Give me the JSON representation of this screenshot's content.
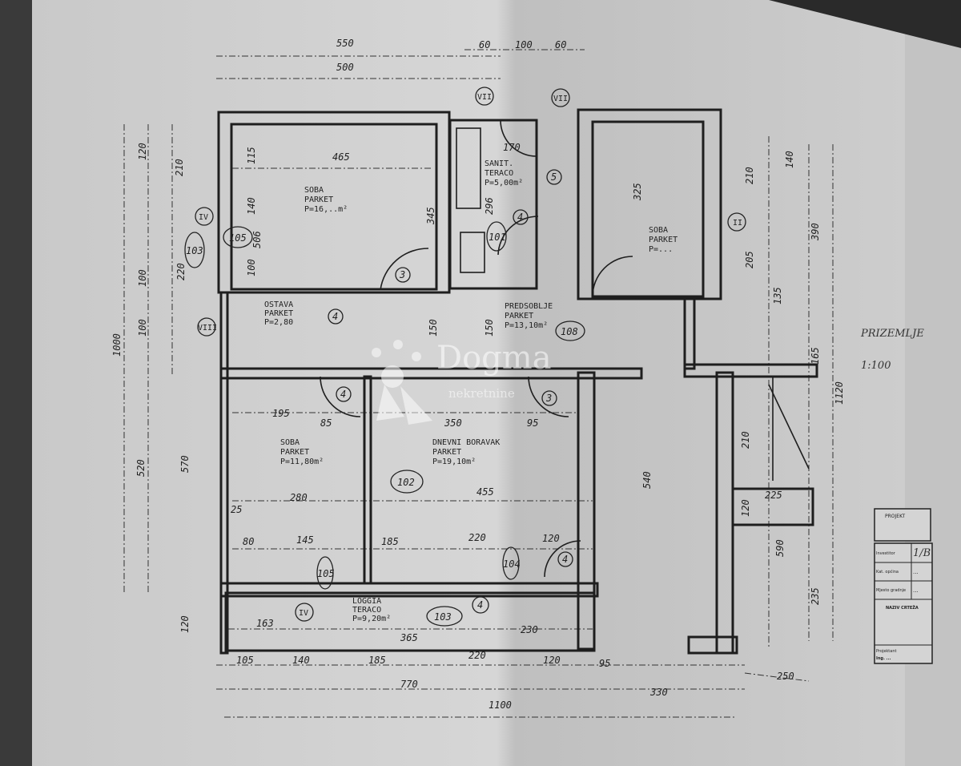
{
  "sheet": {
    "title": "PRIZEMLJE",
    "scale": "1:100"
  },
  "watermark": {
    "brand": "Dogma",
    "sub": "nekretnine"
  },
  "rooms": [
    {
      "id": "soba_1",
      "name": "SOBA",
      "floor": "PARKET",
      "area": "P=16,..m²",
      "ref": "105"
    },
    {
      "id": "kupaonica",
      "name": "SANIT.",
      "floor": "TERACO",
      "area": "P=5,00m²",
      "ref": "101"
    },
    {
      "id": "ostava",
      "name": "OSTAVA",
      "floor": "PARKET",
      "area": "P=2,80"
    },
    {
      "id": "predsoblje",
      "name": "PREDSOBLJE",
      "floor": "PARKET",
      "area": "P=13,10m²",
      "ref": "108"
    },
    {
      "id": "soba_2",
      "name": "SOBA",
      "floor": "PARKET",
      "area": "P=11,80m²"
    },
    {
      "id": "dnevni",
      "name": "DNEVNI BORAVAK",
      "floor": "PARKET",
      "area": "P=19,10m²",
      "ref": "102"
    },
    {
      "id": "loggia",
      "name": "LOGGIA",
      "floor": "TERACO",
      "area": "P=9,20m²",
      "ref": "103"
    },
    {
      "id": "soba_3",
      "name": "SOBA",
      "floor": "PARKET",
      "area": "P=..."
    }
  ],
  "tags": [
    "105",
    "101",
    "108",
    "102",
    "103",
    "104",
    "105",
    "103"
  ],
  "door_marks": [
    "3",
    "4",
    "4",
    "3",
    "4",
    "5",
    "4",
    "4"
  ],
  "window_marks": [
    "VII",
    "VII",
    "IV",
    "VIII",
    "IV",
    "II"
  ],
  "dimensions": {
    "top": [
      "550",
      "500",
      "60",
      "100",
      "60"
    ],
    "bottom": [
      "105",
      "140",
      "185",
      "220",
      "120",
      "95",
      "770",
      "1100",
      "250",
      "330"
    ],
    "left": [
      "1000",
      "520",
      "570",
      "120",
      "210",
      "120",
      "220",
      "100",
      "100"
    ],
    "right": [
      "390",
      "1120",
      "165",
      "590",
      "235",
      "210",
      "140",
      "205",
      "135"
    ],
    "interior": [
      "465",
      "345",
      "506",
      "115",
      "140",
      "100",
      "150",
      "150",
      "170",
      "296",
      "195",
      "85",
      "350",
      "95",
      "280",
      "455",
      "80",
      "145",
      "185",
      "220",
      "120",
      "163",
      "365",
      "230",
      "325",
      "540",
      "225",
      "210",
      "120",
      "25"
    ]
  },
  "title_block": {
    "header": "PROJEKT",
    "rows": [
      {
        "label": "Investitor",
        "value": "1/B"
      },
      {
        "label": "Kat. općina",
        "value": "..."
      },
      {
        "label": "Mjesto gradnje",
        "value": "..."
      }
    ],
    "section": "NAZIV CRTEŽA",
    "author_label": "Projektant",
    "author": "Ing. ..."
  }
}
